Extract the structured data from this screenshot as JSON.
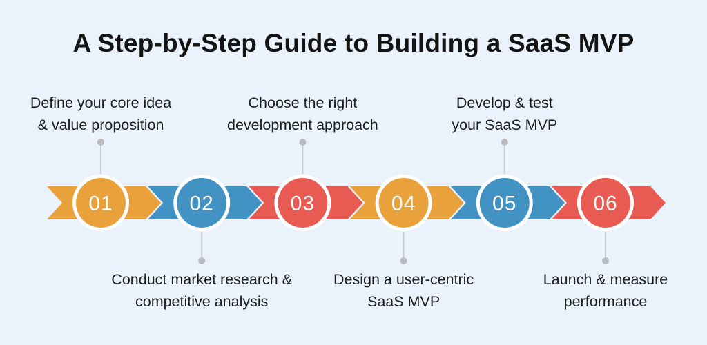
{
  "title": "A Step-by-Step Guide to Building a SaaS MVP",
  "colors": {
    "background": "#EAF2FB",
    "orange": "#E9A23B",
    "blue": "#4292C4",
    "red": "#E85B52",
    "connector_line": "#C9CCD1",
    "connector_dot": "#B9BDC2",
    "circle_ring": "#FFFFFF",
    "number_text": "#FFFFFF",
    "label_text": "#1D1D1D",
    "title_text": "#141414"
  },
  "steps": [
    {
      "number": "01",
      "color_key": "orange",
      "label_position": "top",
      "label": "Define your core idea & value proposition",
      "label_lines": [
        "Define your core idea",
        "& value proposition"
      ]
    },
    {
      "number": "02",
      "color_key": "blue",
      "label_position": "bottom",
      "label": "Conduct market research & competitive analysis",
      "label_lines": [
        "Conduct market research &",
        "competitive analysis"
      ]
    },
    {
      "number": "03",
      "color_key": "red",
      "label_position": "top",
      "label": "Choose the right development approach",
      "label_lines": [
        "Choose the right",
        "development approach"
      ]
    },
    {
      "number": "04",
      "color_key": "orange",
      "label_position": "bottom",
      "label": "Design a user-centric SaaS MVP",
      "label_lines": [
        "Design a user-centric",
        "SaaS MVP"
      ]
    },
    {
      "number": "05",
      "color_key": "blue",
      "label_position": "top",
      "label": "Develop & test your SaaS MVP",
      "label_lines": [
        "Develop & test",
        "your SaaS MVP"
      ]
    },
    {
      "number": "06",
      "color_key": "red",
      "label_position": "bottom",
      "label": "Launch & measure performance",
      "label_lines": [
        "Launch & measure",
        "performance"
      ]
    }
  ]
}
